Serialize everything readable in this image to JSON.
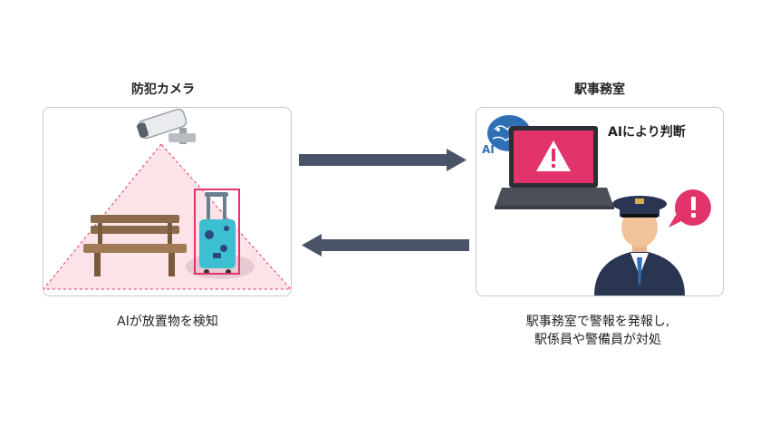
{
  "left": {
    "title": "防犯カメラ",
    "caption": "AIが放置物を検知"
  },
  "right": {
    "title": "駅事務室",
    "ai_judge_label": "AIにより判断",
    "ai_badge": "AI",
    "caption_line1": "駅事務室で警報を発報し,",
    "caption_line2": "駅係員や警備員が対処"
  },
  "colors": {
    "accent_pink": "#e2336a",
    "arrow": "#4a5468",
    "brain_blue": "#2f6fb6",
    "uniform_navy": "#2a3552"
  }
}
